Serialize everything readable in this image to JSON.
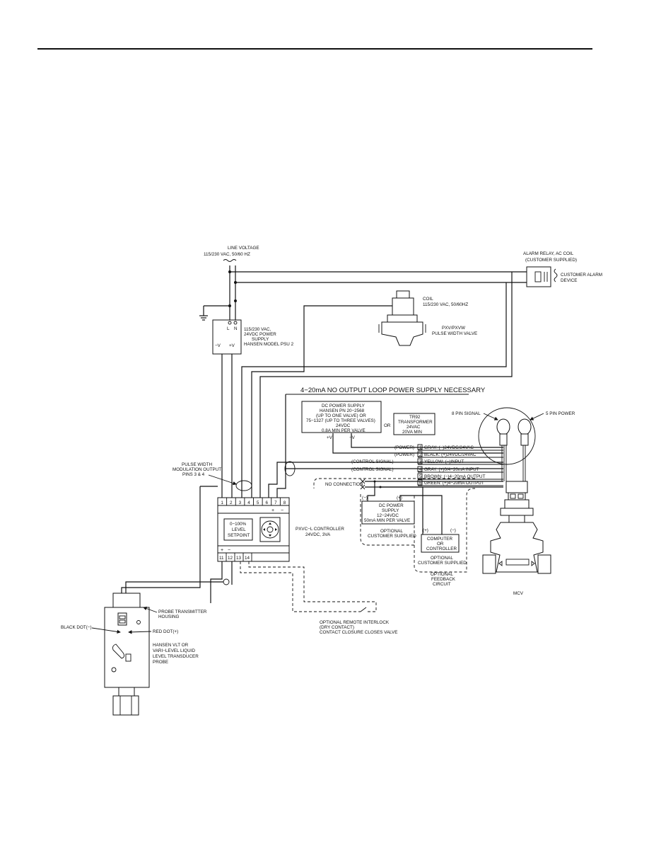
{
  "colors": {
    "ink": "#111111",
    "paper": "#ffffff"
  },
  "line_voltage": {
    "title": "LINE VOLTAGE",
    "value": "115/230 VAC, 50/60 HZ"
  },
  "alarm_relay": {
    "line1": "ALARM RELAY, AC COIL",
    "line2": "(CUSTOMER SUPPLIED)"
  },
  "customer_alarm": {
    "line1": "CUSTOMER ALARM",
    "line2": "DEVICE"
  },
  "coil": {
    "line1": "COIL",
    "line2": "115/230 VAC, 50/60HZ"
  },
  "pulse_valve": {
    "line1": "PXV/PXVW",
    "line2": "PULSE WIDTH VALVE"
  },
  "psu": {
    "terminals": [
      "L",
      "N"
    ],
    "outputs": [
      "−V",
      "+V"
    ],
    "desc": [
      "115/230 VAC,",
      "24VDC POWER",
      "SUPPLY",
      "HANSEN MODEL PSU 2"
    ]
  },
  "loop_note": "4−20mA NO OUTPUT LOOP POWER SUPPLY NECESSARY",
  "dc_supply": {
    "lines": [
      "DC POWER SUPPLY",
      "HANSEN PN 20−2568",
      "(UP TO ONE VALVE) OR",
      "75−1327 (UP TO THREE VALVES)",
      "24VDC",
      "0.8A MIN PER VALVE"
    ],
    "plus": "+V",
    "minus": "−V"
  },
  "or_label": "OR",
  "transformer": {
    "lines": [
      "TR92",
      "TRANSFORMER",
      "24VAC",
      "20VA MIN"
    ]
  },
  "connectors": {
    "eight_pin": "8 PIN SIGNAL",
    "five_pin": "5 PIN POWER"
  },
  "wires": [
    {
      "tag": "(POWER)",
      "num": "1",
      "text": "GRAY: (−)24VDC/24VAC"
    },
    {
      "tag": "(POWER)",
      "num": "2",
      "text": "BLACK: (+)24VDC/24VAC"
    },
    {
      "tag": "(CONTROL SIGNAL)",
      "num": "3",
      "text": "YELLOW: (−)INPUT"
    },
    {
      "tag": "(CONTROL SIGNAL)",
      "num": "4",
      "text": "GRAY: (+)0/4−20mA INPUT"
    },
    {
      "tag": "",
      "num": "5",
      "text": "BROWN: (−)4−20mA OUTPUT"
    },
    {
      "tag": "",
      "num": "6",
      "text": "GREEN: (+)4−20mA OUTPUT"
    }
  ],
  "no_connection": "NO CONNECTION",
  "pwm_output": {
    "lines": [
      "PULSE WIDTH",
      "MODULATION OUTPUT",
      "PINS 3 & 4"
    ]
  },
  "controller": {
    "top_terminals": [
      "1",
      "2",
      "3",
      "4",
      "5",
      "6",
      "7",
      "8"
    ],
    "bottom_terminals": [
      "11",
      "12",
      "13",
      "14"
    ],
    "plus": "+",
    "minus": "−",
    "setpoint": [
      "0−100%",
      "LEVEL",
      "SETPOINT"
    ],
    "name": "PXVC−L CONTROLLER",
    "rating": "24VDC, 3VA"
  },
  "dc_supply2": {
    "lines": [
      "DC POWER",
      "SUPPLY",
      "12−24VDC",
      "50mA MIN PER VALVE"
    ],
    "minus": "(−)",
    "plus": "(+)"
  },
  "optional_supplied": {
    "line1": "OPTIONAL",
    "line2": "CUSTOMER SUPPLIED"
  },
  "computer": {
    "lines": [
      "COMPUTER",
      "OR",
      "CONTROLLER"
    ],
    "plus": "(+)",
    "minus": "(−)"
  },
  "optional_supplied2": {
    "line1": "OPTIONAL",
    "line2": "CUSTOMER SUPPLIED"
  },
  "feedback": {
    "lines": [
      "OPTIONAL",
      "FEEDBACK",
      "CIRCUIT"
    ]
  },
  "mcv": "MCV",
  "probe_housing": {
    "line1": "PROBE TRANSMITTER",
    "line2": "HOUSING"
  },
  "black_dot": "BLACK DOT(−)",
  "red_dot": "RED DOT(+)",
  "probe_desc": [
    "HANSEN VLT OR",
    "VARI−LEVEL LIQUID",
    "LEVEL TRANSDUCER",
    "PROBE"
  ],
  "interlock": [
    "OPTIONAL REMOTE INTERLOCK",
    "(DRY CONTACT)",
    "CONTACT CLOSURE CLOSES VALVE"
  ]
}
